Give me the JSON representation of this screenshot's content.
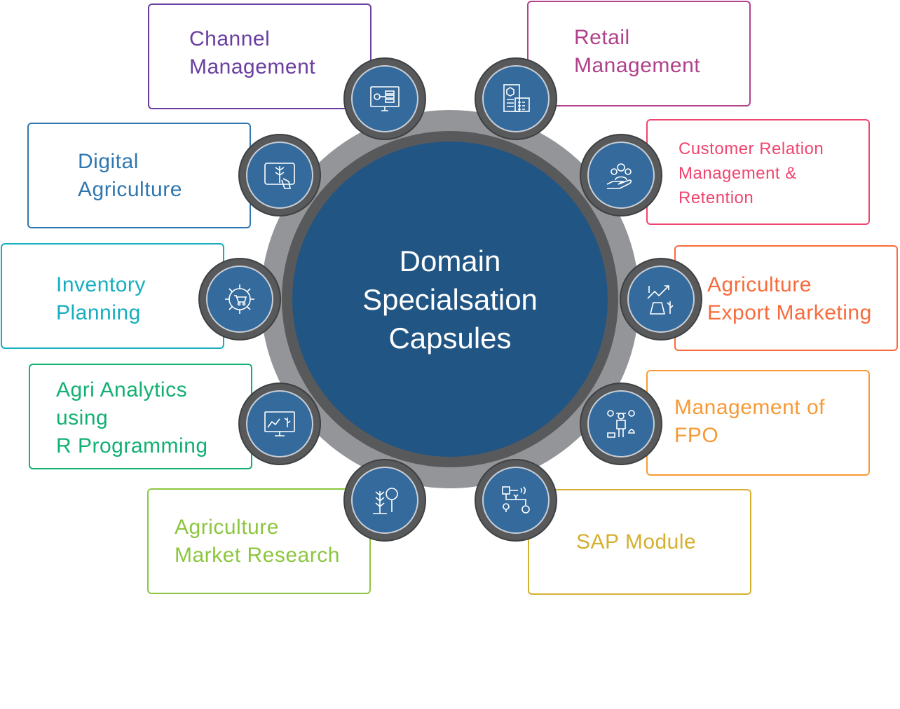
{
  "center": {
    "lines": [
      "Domain",
      "Specialsation",
      "Capsules"
    ]
  },
  "colors": {
    "outer_ring": "#939598",
    "dark_ring": "#58595b",
    "core": "#215584",
    "node": "#346a9c"
  },
  "capsules": [
    {
      "lines": [
        "Channel",
        "Management"
      ],
      "color": "#6a3fa0",
      "icon": "monitor-flowchart-icon"
    },
    {
      "lines": [
        "Retail",
        "Management"
      ],
      "color": "#b0418a",
      "icon": "inventory-calendar-icon"
    },
    {
      "lines": [
        "Digital",
        "Agriculture"
      ],
      "color": "#2f77b0",
      "icon": "tablet-plant-icon"
    },
    {
      "lines": [
        "Customer Relation",
        "Management &",
        "Retention"
      ],
      "color": "#f0456f",
      "icon": "hand-people-icon"
    },
    {
      "lines": [
        "Inventory",
        "Planning"
      ],
      "color": "#16aebf",
      "icon": "gear-cart-icon"
    },
    {
      "lines": [
        "Agriculture",
        "Export Marketing"
      ],
      "color": "#f76b3c",
      "icon": "sack-growth-icon"
    },
    {
      "lines": [
        "Agri Analytics",
        "using",
        "R Programming"
      ],
      "color": "#12b072",
      "icon": "monitor-chart-icon"
    },
    {
      "lines": [
        "Management of",
        "FPO"
      ],
      "color": "#f79a35",
      "icon": "farmer-icon"
    },
    {
      "lines": [
        "Agriculture",
        "Market Research"
      ],
      "color": "#8cc63f",
      "icon": "plant-magnifier-icon"
    },
    {
      "lines": [
        "SAP Module"
      ],
      "color": "#d4b030",
      "icon": "process-flow-icon"
    }
  ]
}
